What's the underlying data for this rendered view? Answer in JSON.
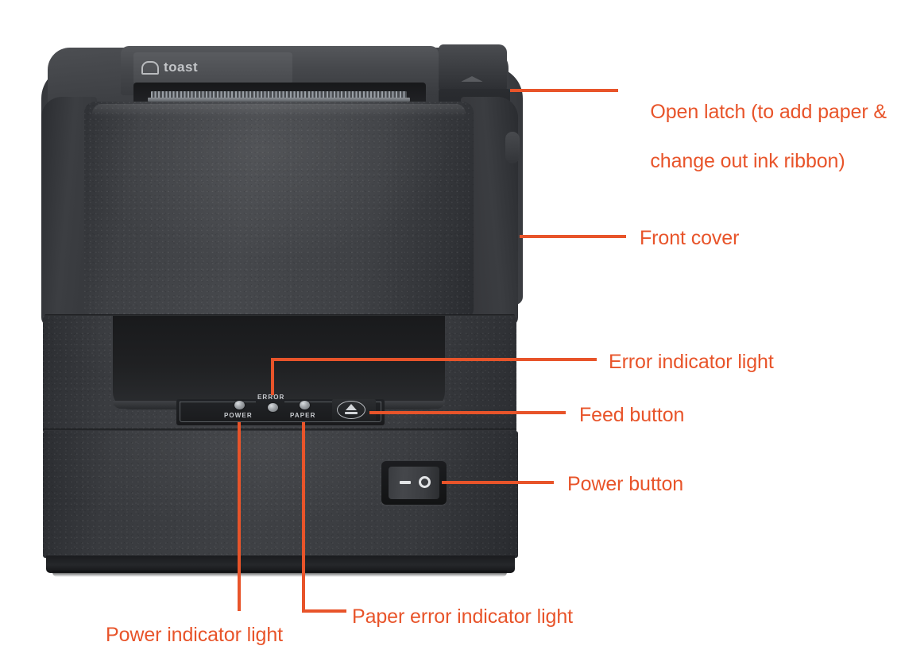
{
  "figure": {
    "subject": "Toast receipt printer — front view",
    "accent_color": "#E8542A",
    "background_color": "#FFFFFF"
  },
  "device": {
    "brand_logo_text": "toast",
    "brand_mark_icon": "toast-bread-outline-icon",
    "control_panel": {
      "indicators": [
        {
          "id": "power",
          "label": "POWER"
        },
        {
          "id": "error",
          "label": "ERROR"
        },
        {
          "id": "paper",
          "label": "PAPER"
        }
      ],
      "feed_button_icon": "eject-triangle-icon"
    },
    "power_switch": {
      "on_mark": "—",
      "off_mark": "○"
    }
  },
  "callouts": [
    {
      "id": "open-latch",
      "line1": "Open latch (to add paper &",
      "line2": "change out ink ribbon)"
    },
    {
      "id": "front-cover",
      "line1": "Front cover"
    },
    {
      "id": "error-indicator-light",
      "line1": "Error indicator light"
    },
    {
      "id": "feed-button",
      "line1": "Feed button"
    },
    {
      "id": "power-button",
      "line1": "Power button"
    },
    {
      "id": "paper-error-indicator-light",
      "line1": "Paper error indicator light"
    },
    {
      "id": "power-indicator-light",
      "line1": "Power indicator light"
    }
  ]
}
